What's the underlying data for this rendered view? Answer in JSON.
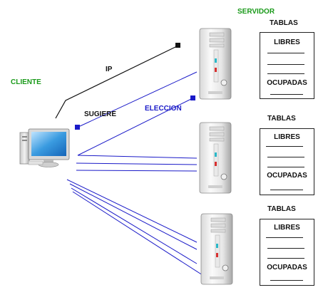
{
  "labels": {
    "servidor": "SERVIDOR",
    "cliente": "CLIENTE",
    "ip": "IP",
    "sugiere": "SUGIERE",
    "eleccion": "ELECCION"
  },
  "tables": [
    {
      "title": "TABLAS",
      "libres": "LIBRES",
      "ocupadas": "OCUPADAS"
    },
    {
      "title": "TABLAS",
      "libres": "LIBRES",
      "ocupadas": "OCUPADAS"
    },
    {
      "title": "TABLAS",
      "libres": "LIBRES",
      "ocupadas": "OCUPADAS"
    }
  ],
  "colors": {
    "label_green": "#1a9a1a",
    "label_blue": "#1a1ac8",
    "line_blue": "#1a1ac8",
    "line_black": "#111111"
  },
  "icons": {
    "client": "desktop-computer-icon",
    "server": "tower-server-icon"
  }
}
